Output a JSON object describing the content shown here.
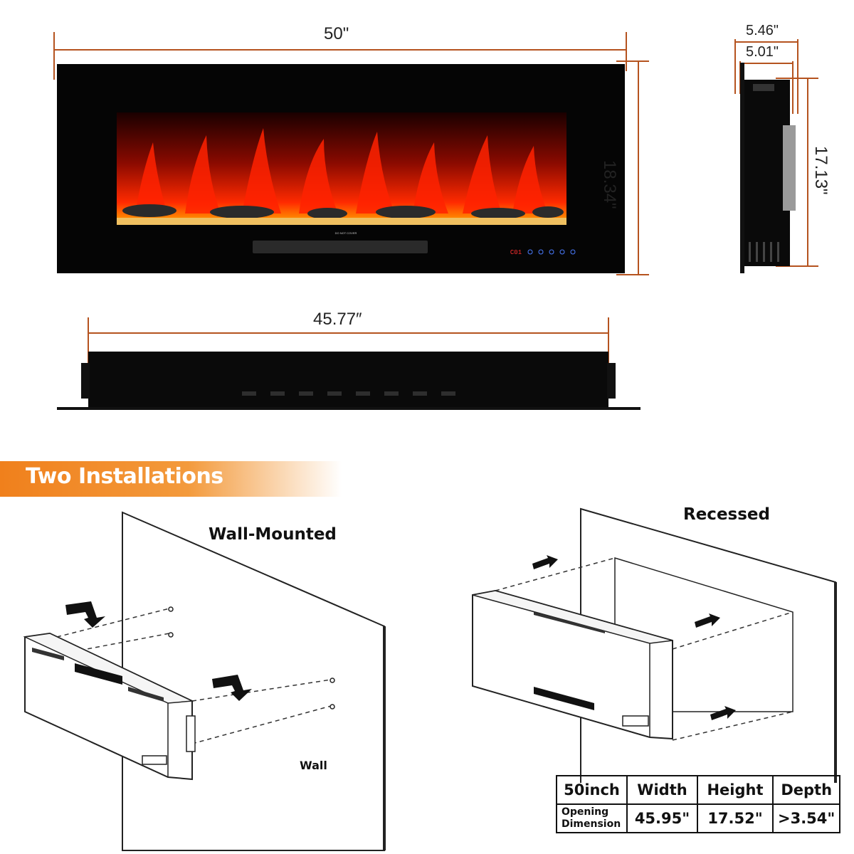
{
  "dimensions": {
    "width_front": "50\"",
    "height_front": "18.34\"",
    "depth_outer": "5.46\"",
    "depth_inner": "5.01\"",
    "height_side": "17.13\"",
    "width_top": "45.77″"
  },
  "panel": {
    "do_not_cover": "DO NOT COVER",
    "display_readout": "C01"
  },
  "section": {
    "banner": "Two Installations",
    "wall_mounted": "Wall-Mounted",
    "recessed": "Recessed",
    "wall_label": "Wall"
  },
  "colors": {
    "dimension_line": "#b5531f",
    "banner": "#f0801c",
    "flame": "#e02010"
  },
  "spec_table": {
    "size": "50inch",
    "headers": [
      "Width",
      "Height",
      "Depth"
    ],
    "row_label": "Opening Dimension",
    "values": [
      "45.95\"",
      "17.52\"",
      ">3.54\""
    ]
  }
}
